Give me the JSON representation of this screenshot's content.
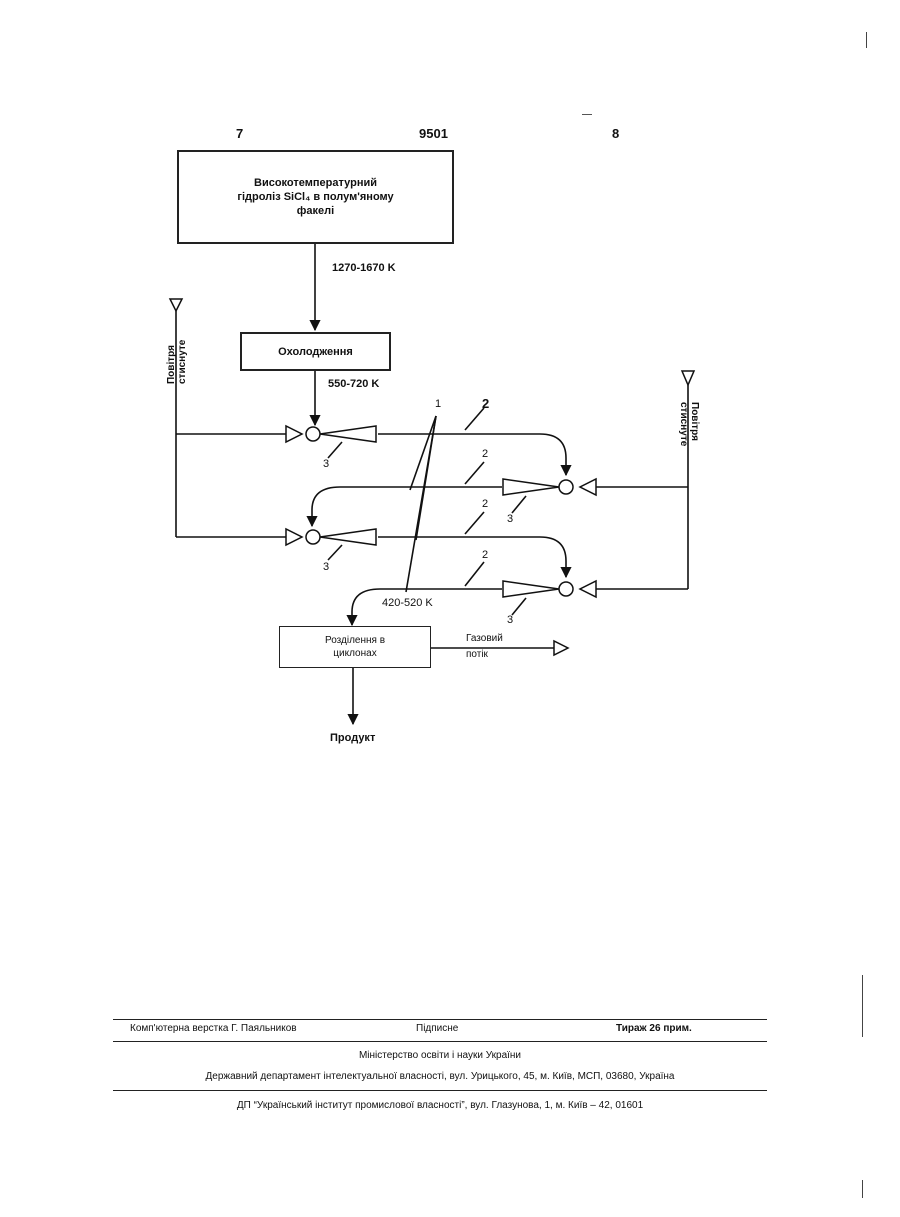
{
  "header": {
    "left": "7",
    "center": "9501",
    "right": "8"
  },
  "diagram": {
    "box_hydrolysis": [
      "Високотемпературний",
      "гідроліз SiCl₄ в полум'яному",
      "факелі"
    ],
    "temp_1": "1270-1670 K",
    "box_cooling": "Охолодження",
    "temp_2": "550-720 K",
    "air_left": [
      "Повітря",
      "стиснуте"
    ],
    "air_right": [
      "Повітря",
      "стиснуте"
    ],
    "label_1": "1",
    "label_2": "2",
    "label_3": "3",
    "temp_3": "420-520 K",
    "box_separation": [
      "Розділення в",
      "циклонах"
    ],
    "gas_flow": [
      "Газовий",
      "потік"
    ],
    "product": "Продукт"
  },
  "footer": {
    "layout": "Комп'ютерна верстка Г. Паяльников",
    "signed": "Підписне",
    "circulation": "Тираж 26 прим.",
    "ministry": "Міністерство освіти і науки України",
    "department": "Державний департамент інтелектуальної власності, вул. Урицького, 45, м. Київ, МСП, 03680, Україна",
    "institute": "ДП “Український інститут промислової власності”, вул. Глазунова, 1, м. Київ – 42, 01601"
  }
}
